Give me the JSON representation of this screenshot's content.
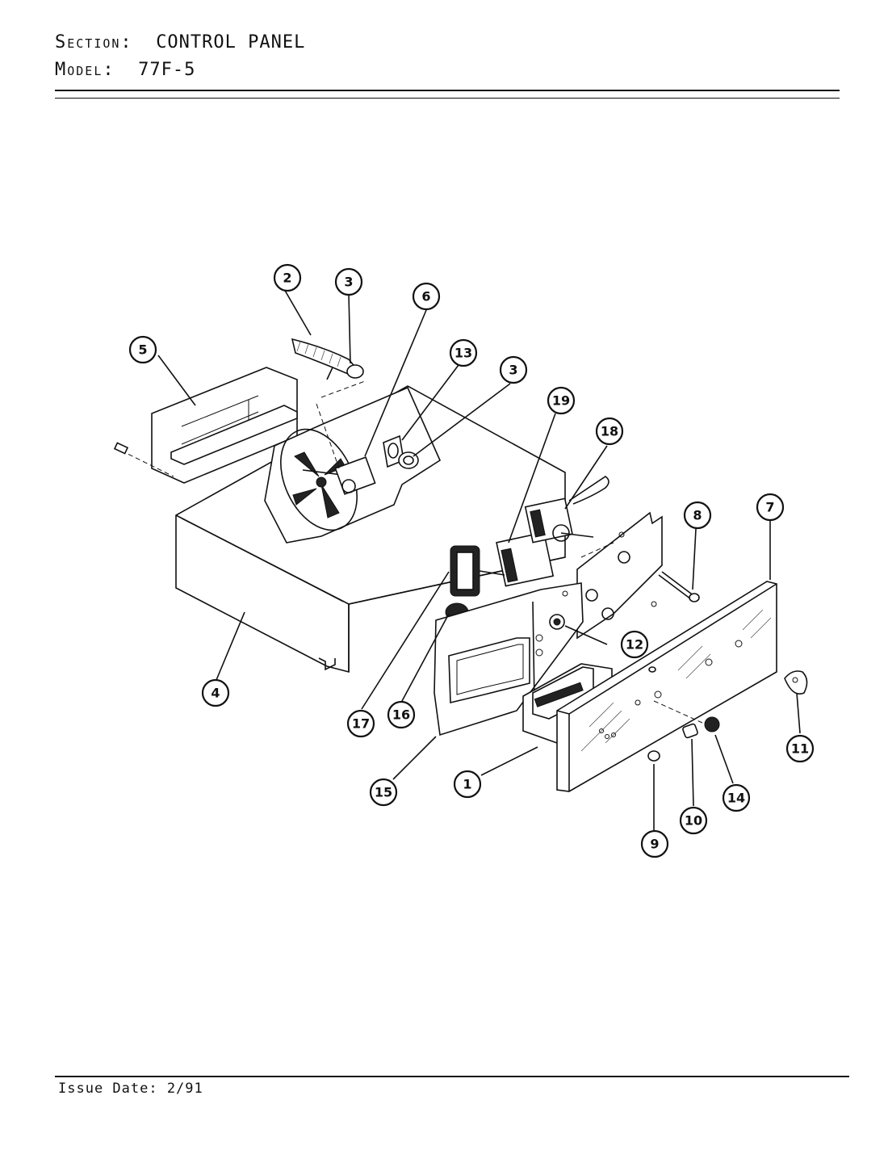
{
  "header": {
    "section_label": "Section:",
    "section_value": "CONTROL PANEL",
    "model_label": "Model:",
    "model_value": "77F-5"
  },
  "footer": {
    "issue_date": "Issue Date: 2/91"
  },
  "callouts": [
    "1",
    "2",
    "3",
    "4",
    "5",
    "6",
    "7",
    "8",
    "9",
    "10",
    "11",
    "12",
    "13",
    "14",
    "15",
    "16",
    "17",
    "18",
    "19",
    "3"
  ]
}
